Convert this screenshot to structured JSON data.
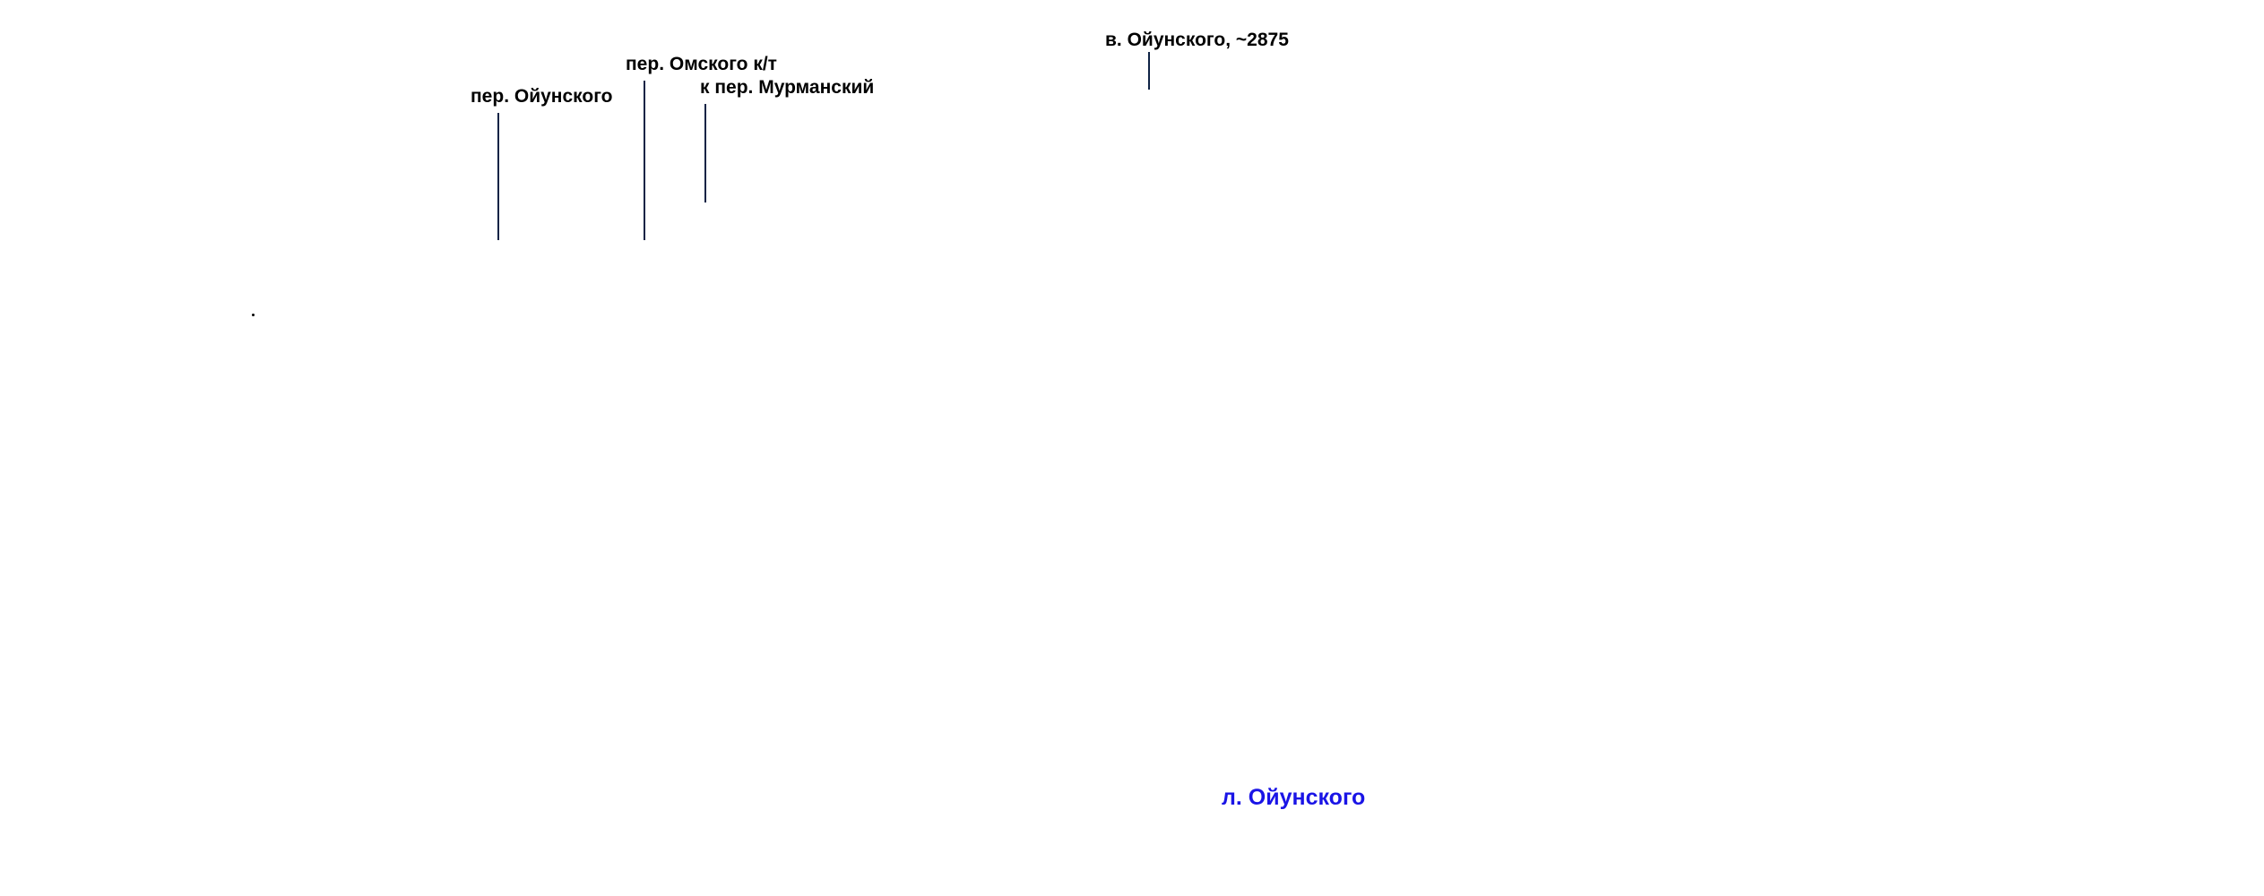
{
  "callouts": [
    {
      "label": "пер. Ойунского"
    },
    {
      "label": "пер. Омского к/т"
    },
    {
      "label": "к пер. Мурманский"
    },
    {
      "label": "в. Ойунского, ~2875"
    }
  ],
  "street": {
    "label": "л. Ойунского",
    "color": "#1a14e6"
  },
  "colors": {
    "tick": "#0f2345",
    "text": "#000000",
    "background": "#ffffff"
  }
}
